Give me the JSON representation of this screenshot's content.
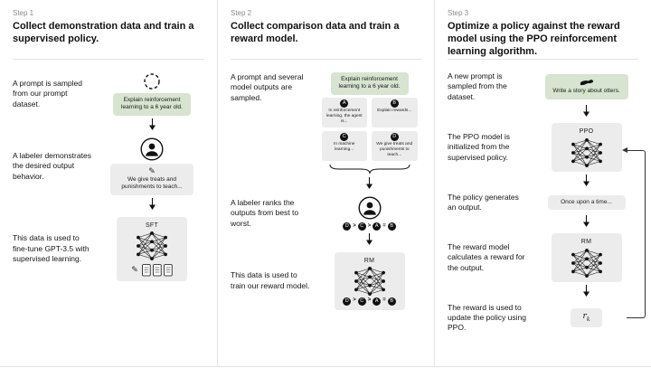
{
  "step1": {
    "label": "Step 1",
    "title": "Collect demonstration data and train a supervised policy.",
    "sample_text": "A prompt is sampled from our prompt dataset.",
    "prompt": "Explain reinforcement learning to a 6 year old.",
    "labeler_text": "A labeler demonstrates the desired output behavior.",
    "demonstration": "We give treats and punishments to teach...",
    "finetune_text": "This data is used to fine-tune GPT-3.5 with supervised learning.",
    "model_label": "SFT"
  },
  "step2": {
    "label": "Step 2",
    "title": "Collect comparison data and train a reward model.",
    "sample_text": "A prompt and several model outputs are sampled.",
    "prompt": "Explain reinforcement learning to a 6 year old.",
    "outputs": [
      {
        "letter": "A",
        "text": "In reinforcement learning, the agent is..."
      },
      {
        "letter": "B",
        "text": "Explain rewards..."
      },
      {
        "letter": "C",
        "text": "In machine learning..."
      },
      {
        "letter": "D",
        "text": "We give treats and punishments to teach..."
      }
    ],
    "rank_text": "A labeler ranks the outputs from best to worst.",
    "ranking": {
      "letters": [
        "D",
        "C",
        "A",
        "B"
      ],
      "separators": [
        ">",
        ">",
        "="
      ]
    },
    "train_text": "This data is used to train our reward model.",
    "model_label": "RM"
  },
  "step3": {
    "label": "Step 3",
    "title": "Optimize a policy against the reward model using the PPO reinforcement learning algorithm.",
    "sample_text": "A new prompt is sampled from the dataset.",
    "prompt": "Write a story about otters.",
    "init_text": "The PPO model is initialized from the supervised policy.",
    "ppo_label": "PPO",
    "output_text": "The policy generates an output.",
    "output": "Once upon a time...",
    "reward_calc_text": "The reward model calculates a reward for the output.",
    "rm_label": "RM",
    "update_text": "The reward is used to update the policy using PPO.",
    "reward_symbol": "r",
    "reward_subscript": "k"
  },
  "icons": {
    "pencil": "✎",
    "sampling": "dashed-circle-icon",
    "labeler": "person-icon",
    "model": "neural-network-icon",
    "documents": "documents-icon",
    "otter": "otter-icon"
  },
  "colors": {
    "prompt_green": "#d6e4d0",
    "box_gray": "#ececec",
    "ink": "#111111"
  }
}
